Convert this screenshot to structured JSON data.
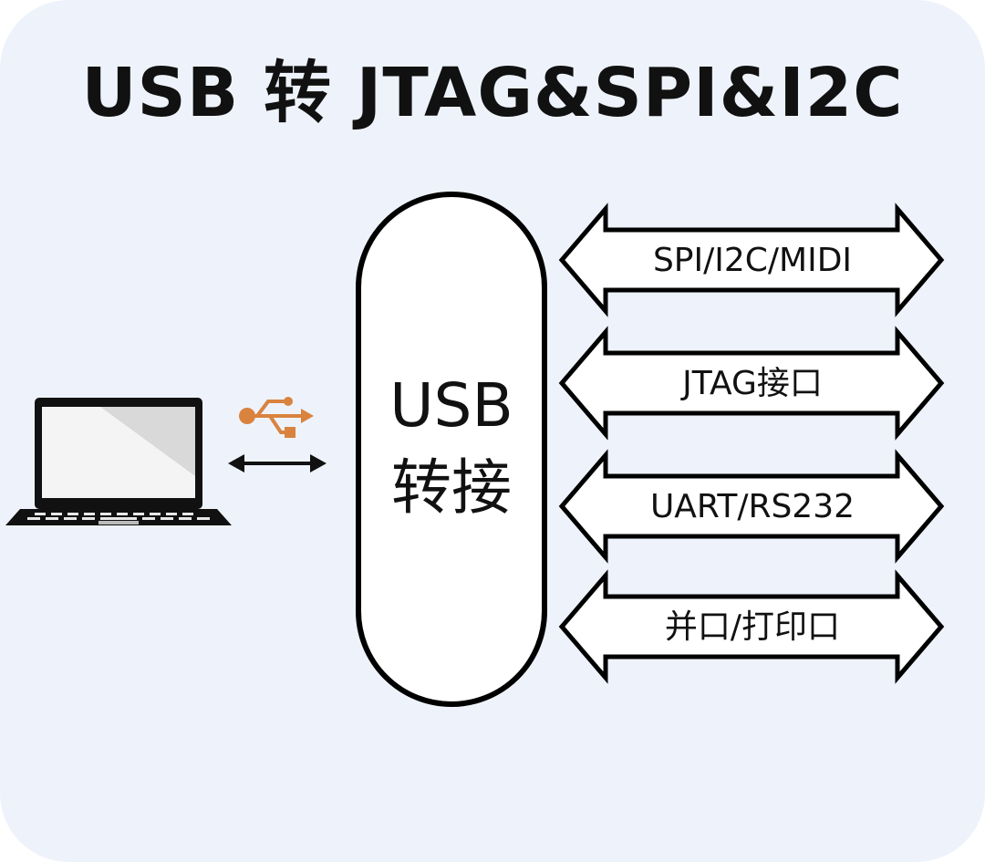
{
  "title": "USB 转 JTAG&SPI&I2C",
  "adapter": {
    "line1": "USB",
    "line2": "转接"
  },
  "interfaces": [
    "SPI/I2C/MIDI",
    "JTAG接口",
    "UART/RS232",
    "并口/打印口"
  ],
  "colors": {
    "background": "#eef3fb",
    "usb_symbol": "#d9833f",
    "outline": "#000000"
  },
  "icons": {
    "computer": "laptop-icon",
    "usb": "usb-icon",
    "link": "double-arrow-icon"
  }
}
